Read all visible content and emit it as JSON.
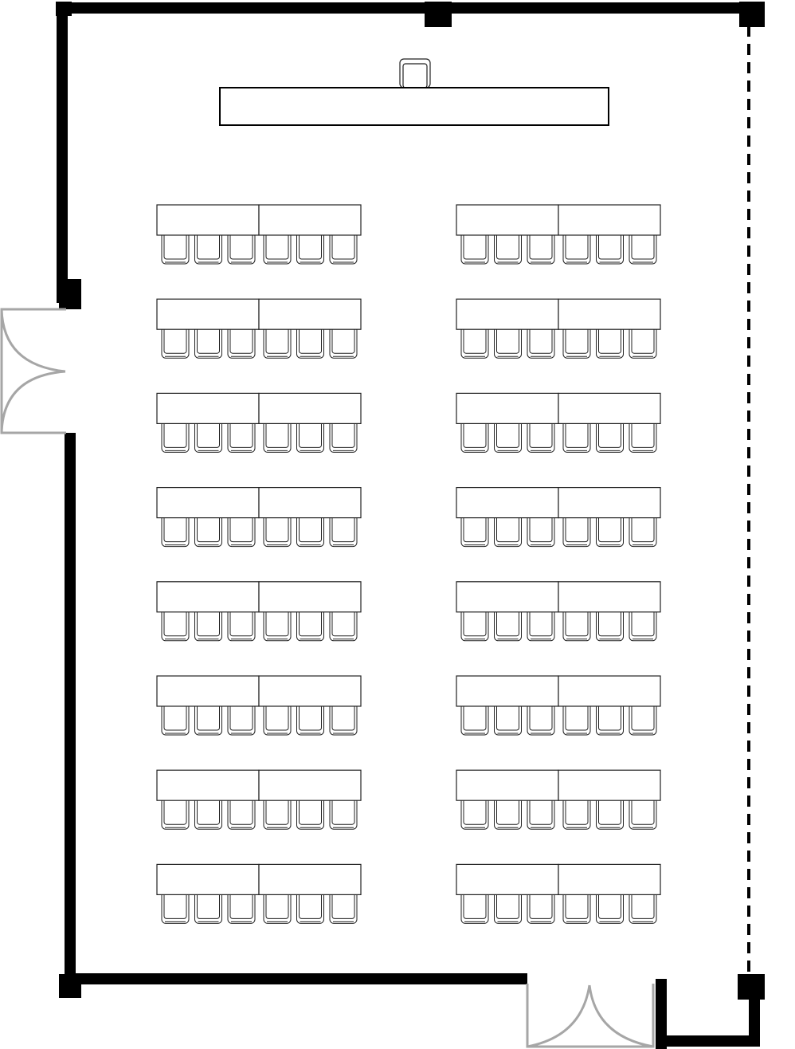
{
  "diagram": {
    "type": "floor-plan",
    "layout": "classroom",
    "colors": {
      "wall": "#000000",
      "furniture_stroke": "#222222",
      "door": "#a6a6a6",
      "background": "#ffffff"
    },
    "head_table": {
      "count": 1,
      "chairs": 1
    },
    "seating": {
      "rows": 8,
      "sections": 2,
      "tables_per_section": 2,
      "chairs_per_table": 3
    },
    "doors": [
      {
        "wall": "left",
        "type": "double"
      },
      {
        "wall": "bottom",
        "type": "double"
      }
    ],
    "right_wall": "dashed"
  }
}
